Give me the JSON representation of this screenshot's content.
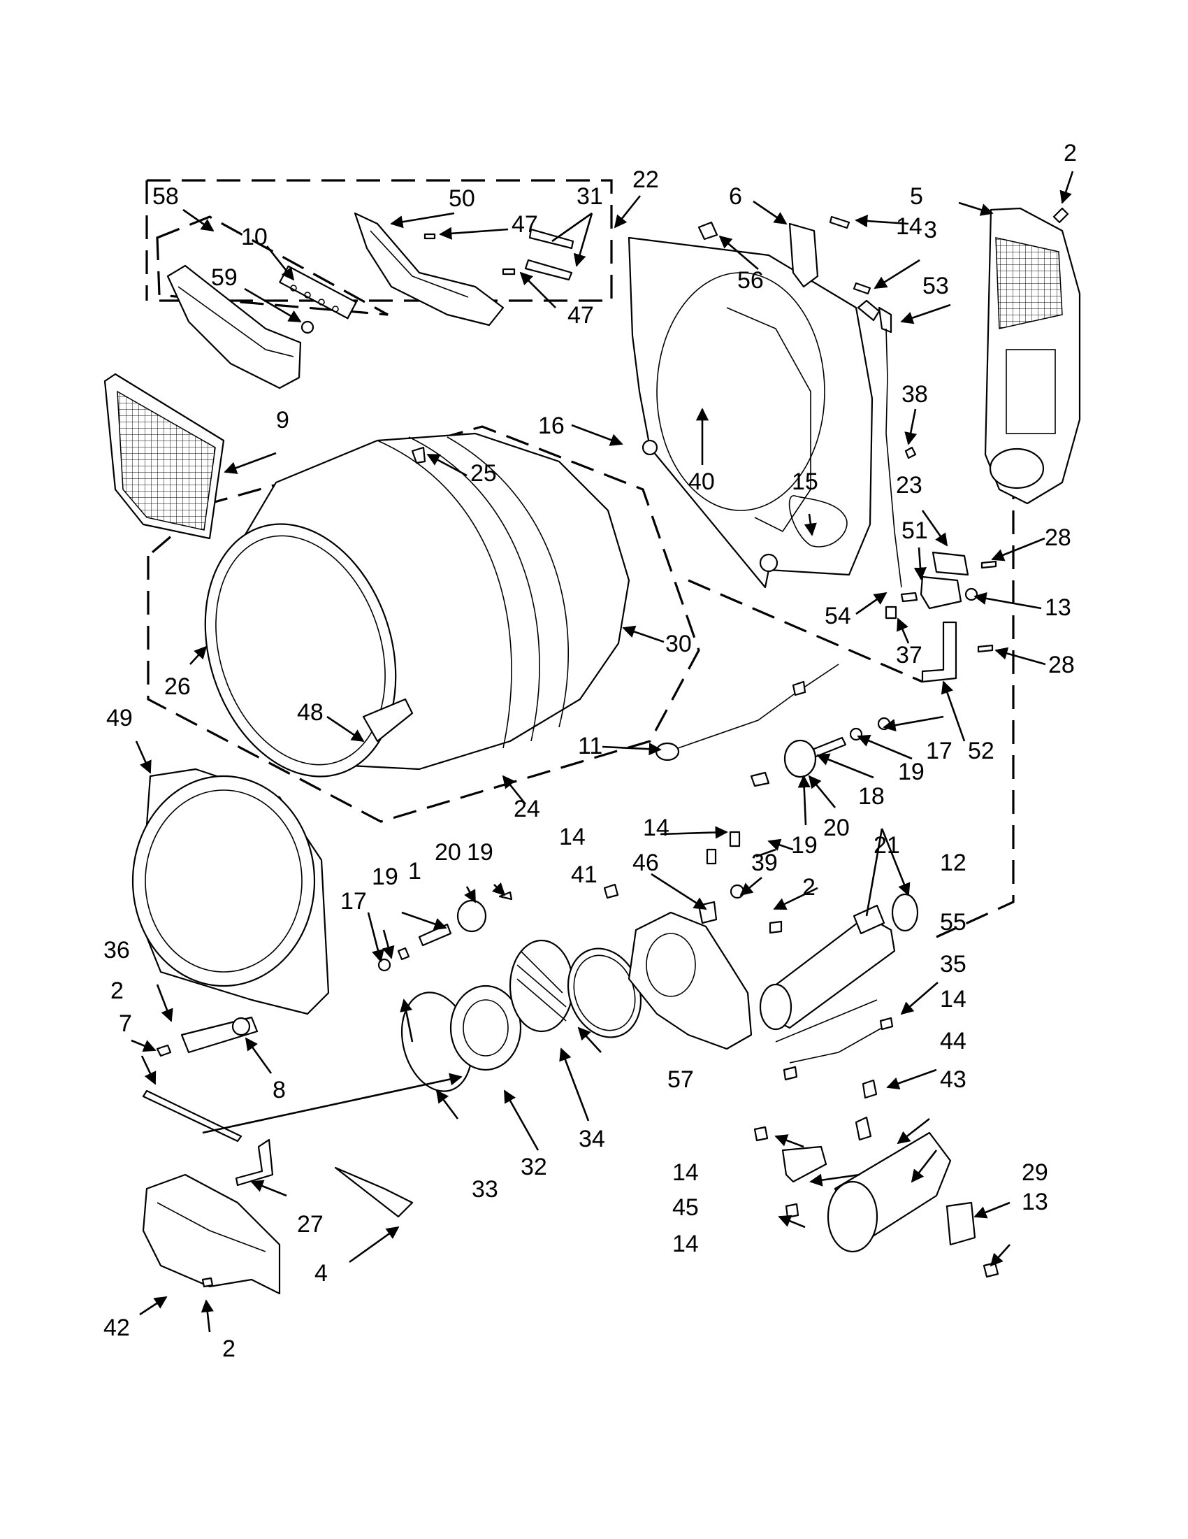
{
  "diagram": {
    "callouts": [
      {
        "id": "c2a",
        "text": "2"
      },
      {
        "id": "c5",
        "text": "5"
      },
      {
        "id": "c22",
        "text": "22"
      },
      {
        "id": "c6",
        "text": "6"
      },
      {
        "id": "c14a",
        "text": "14"
      },
      {
        "id": "c3",
        "text": "3"
      },
      {
        "id": "c53",
        "text": "53"
      },
      {
        "id": "c56",
        "text": "56"
      },
      {
        "id": "c58",
        "text": "58"
      },
      {
        "id": "c50",
        "text": "50"
      },
      {
        "id": "c31",
        "text": "31"
      },
      {
        "id": "c47a",
        "text": "47"
      },
      {
        "id": "c47b",
        "text": "47"
      },
      {
        "id": "c10",
        "text": "10"
      },
      {
        "id": "c59",
        "text": "59"
      },
      {
        "id": "c9",
        "text": "9"
      },
      {
        "id": "c25",
        "text": "25"
      },
      {
        "id": "c16",
        "text": "16"
      },
      {
        "id": "c40",
        "text": "40"
      },
      {
        "id": "c38",
        "text": "38"
      },
      {
        "id": "c15",
        "text": "15"
      },
      {
        "id": "c23",
        "text": "23"
      },
      {
        "id": "c28a",
        "text": "28"
      },
      {
        "id": "c51",
        "text": "51"
      },
      {
        "id": "c13a",
        "text": "13"
      },
      {
        "id": "c54",
        "text": "54"
      },
      {
        "id": "c37",
        "text": "37"
      },
      {
        "id": "c28b",
        "text": "28"
      },
      {
        "id": "c30",
        "text": "30"
      },
      {
        "id": "c26",
        "text": "26"
      },
      {
        "id": "c49",
        "text": "49"
      },
      {
        "id": "c48",
        "text": "48"
      },
      {
        "id": "c11",
        "text": "11"
      },
      {
        "id": "c52",
        "text": "52"
      },
      {
        "id": "c17a",
        "text": "17"
      },
      {
        "id": "c19a",
        "text": "19"
      },
      {
        "id": "c18",
        "text": "18"
      },
      {
        "id": "c24",
        "text": "24"
      },
      {
        "id": "c19b",
        "text": "19"
      },
      {
        "id": "c20a",
        "text": "20"
      },
      {
        "id": "c14b",
        "text": "14"
      },
      {
        "id": "c14c",
        "text": "14"
      },
      {
        "id": "c21",
        "text": "21"
      },
      {
        "id": "c20b",
        "text": "20"
      },
      {
        "id": "c19c",
        "text": "19"
      },
      {
        "id": "c46",
        "text": "46"
      },
      {
        "id": "c39",
        "text": "39"
      },
      {
        "id": "c1",
        "text": "1"
      },
      {
        "id": "c17b",
        "text": "17"
      },
      {
        "id": "c19d",
        "text": "19"
      },
      {
        "id": "c41",
        "text": "41"
      },
      {
        "id": "c2b",
        "text": "2"
      },
      {
        "id": "c12",
        "text": "12"
      },
      {
        "id": "c55",
        "text": "55"
      },
      {
        "id": "c35",
        "text": "35"
      },
      {
        "id": "c36",
        "text": "36"
      },
      {
        "id": "c14d",
        "text": "14"
      },
      {
        "id": "c2c",
        "text": "2"
      },
      {
        "id": "c7",
        "text": "7"
      },
      {
        "id": "c44",
        "text": "44"
      },
      {
        "id": "c43",
        "text": "43"
      },
      {
        "id": "c8",
        "text": "8"
      },
      {
        "id": "c57",
        "text": "57"
      },
      {
        "id": "c34",
        "text": "34"
      },
      {
        "id": "c32",
        "text": "32"
      },
      {
        "id": "c33",
        "text": "33"
      },
      {
        "id": "c14e",
        "text": "14"
      },
      {
        "id": "c45",
        "text": "45"
      },
      {
        "id": "c29",
        "text": "29"
      },
      {
        "id": "c13b",
        "text": "13"
      },
      {
        "id": "c14f",
        "text": "14"
      },
      {
        "id": "c27",
        "text": "27"
      },
      {
        "id": "c4",
        "text": "4"
      },
      {
        "id": "c42",
        "text": "42"
      },
      {
        "id": "c2d",
        "text": "2"
      }
    ]
  }
}
